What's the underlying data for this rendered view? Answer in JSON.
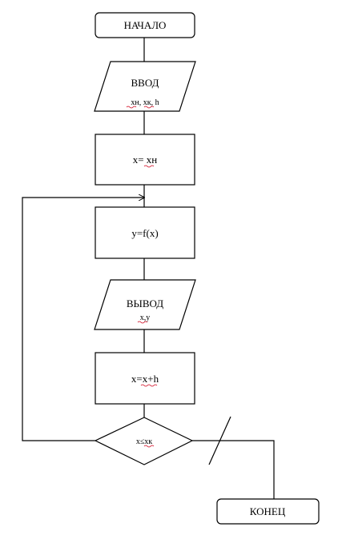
{
  "nodes": {
    "start": {
      "label": "НАЧАЛО"
    },
    "input": {
      "label": "ВВОД",
      "params": "xн, xк, h"
    },
    "init": {
      "label": "x= xн"
    },
    "func": {
      "label": "y=f(x)"
    },
    "output": {
      "label": "ВЫВОД",
      "params": "x,y"
    },
    "step": {
      "label": "x=x+h"
    },
    "check": {
      "label": "x≤xк"
    },
    "end": {
      "label": "КОНЕЦ"
    }
  },
  "colors": {
    "line": "#000000",
    "fill": "#ffffff",
    "spellcheck": "#d0021b"
  }
}
